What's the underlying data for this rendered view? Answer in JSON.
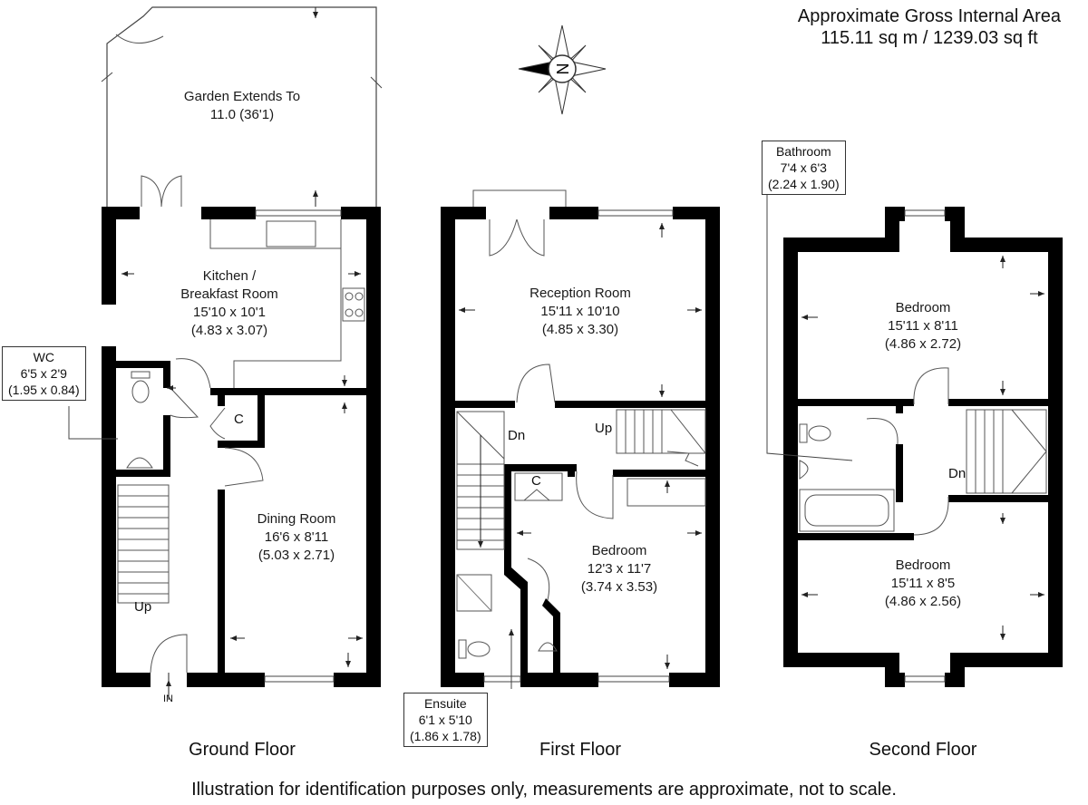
{
  "gia": {
    "title": "Approximate Gross Internal Area",
    "value": "115.11 sq m / 1239.03 sq ft"
  },
  "rooms": {
    "garden": [
      "Garden Extends To",
      "11.0 (36'1)"
    ],
    "kitchen": [
      "Kitchen /",
      "Breakfast Room",
      "15'10 x 10'1",
      "(4.83 x 3.07)"
    ],
    "dining": [
      "Dining Room",
      "16'6 x 8'11",
      "(5.03 x 2.71)"
    ],
    "wc": [
      "WC",
      "6'5 x 2'9",
      "(1.95 x 0.84)"
    ],
    "reception": [
      "Reception Room",
      "15'11 x 10'10",
      "(4.85 x 3.30)"
    ],
    "bedroom1": [
      "Bedroom",
      "12'3 x 11'7",
      "(3.74 x 3.53)"
    ],
    "ensuite": [
      "Ensuite",
      "6'1 x 5'10",
      "(1.86 x 1.78)"
    ],
    "bathroom": [
      "Bathroom",
      "7'4 x 6'3",
      "(2.24 x 1.90)"
    ],
    "bedroom2": [
      "Bedroom",
      "15'11 x 8'11",
      "(4.86 x 2.72)"
    ],
    "bedroom3": [
      "Bedroom",
      "15'11 x 8'5",
      "(4.86 x 2.56)"
    ]
  },
  "marks": {
    "cupboard_ground": "C",
    "cupboard_first": "C",
    "up_ground": "Up",
    "up_first": "Up",
    "dn_first": "Dn",
    "dn_second": "Dn",
    "entrance": "IN",
    "compass": "N"
  },
  "floors": {
    "ground": "Ground Floor",
    "first": "First Floor",
    "second": "Second Floor"
  },
  "disclaimer": "Illustration for identification purposes only, measurements are approximate, not to scale.",
  "colors": {
    "wall": "#000000",
    "line": "#333333"
  }
}
